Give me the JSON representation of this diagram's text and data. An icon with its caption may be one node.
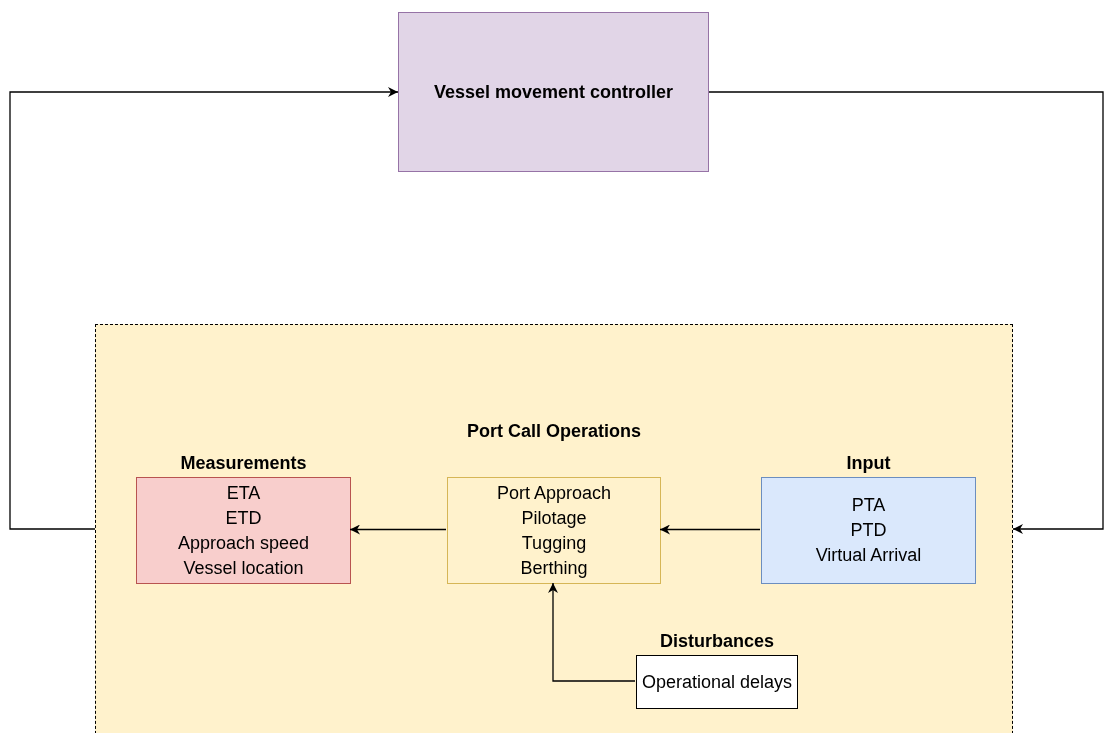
{
  "diagram": {
    "nodes": [
      {
        "text": [
          "Vessel movement controller"
        ]
      },
      {
        "text": [
          "Port Call Operations"
        ]
      },
      {
        "text": [
          "Measurements",
          "ETA",
          "ETD",
          "Approach speed",
          "Vessel location"
        ],
        "in": 1
      },
      {
        "text": [
          "Port Approach",
          "Pilotage",
          "Tugging",
          "Berthing"
        ],
        "in": 1
      },
      {
        "text": [
          "Input",
          "PTA",
          "PTD",
          "Virtual Arrival"
        ],
        "in": 1
      },
      {
        "text": [
          "Disturbances",
          "Operational delays"
        ],
        "in": 1
      }
    ],
    "edges": [
      {
        "from": 0,
        "to": 1,
        "arrow": "to"
      },
      {
        "from": 1,
        "to": 0,
        "arrow": "to"
      },
      {
        "from": 4,
        "to": 3,
        "arrow": "to"
      },
      {
        "from": 3,
        "to": 2,
        "arrow": "to"
      },
      {
        "from": 5,
        "to": 3,
        "arrow": "to"
      }
    ]
  }
}
